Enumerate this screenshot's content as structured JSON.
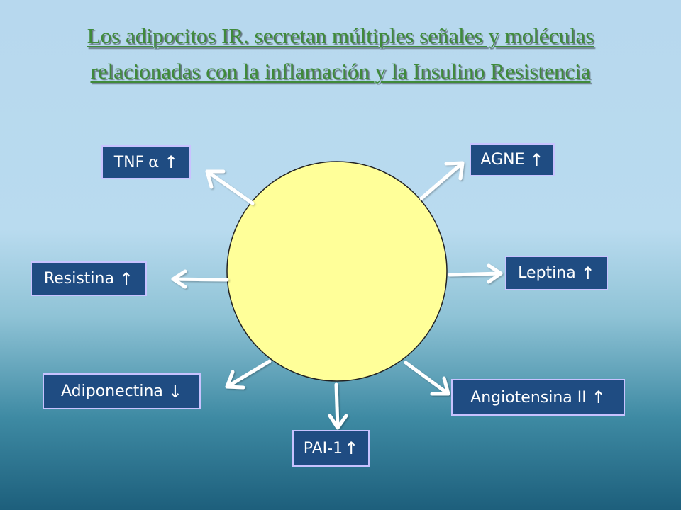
{
  "title": {
    "line1": "Los adipocitos IR. secretan múltiples señales y moléculas",
    "line2": "relacionadas con la inflamación y la Insulino Resistencia"
  },
  "labels": {
    "tnf": {
      "text": "TNF",
      "symbol": "α",
      "arrow": "↑"
    },
    "agne": {
      "text": "AGNE",
      "arrow": "↑"
    },
    "leptina": {
      "text": "Leptina",
      "arrow": "↑"
    },
    "resistina": {
      "text": "Resistina",
      "arrow": "↑"
    },
    "adiponectina": {
      "text": "Adiponectina",
      "arrow": "↓"
    },
    "angiotensina": {
      "text": "Angiotensina II",
      "arrow": "↑"
    },
    "pai1": {
      "text": "PAI-1",
      "arrow": "↑"
    }
  },
  "colors": {
    "circle_fill": "#ffff99",
    "label_fill": "#1f4c82",
    "label_border": "#c8c2ff",
    "title_color": "#3f8a3a",
    "arrow_color": "#ffffff"
  }
}
